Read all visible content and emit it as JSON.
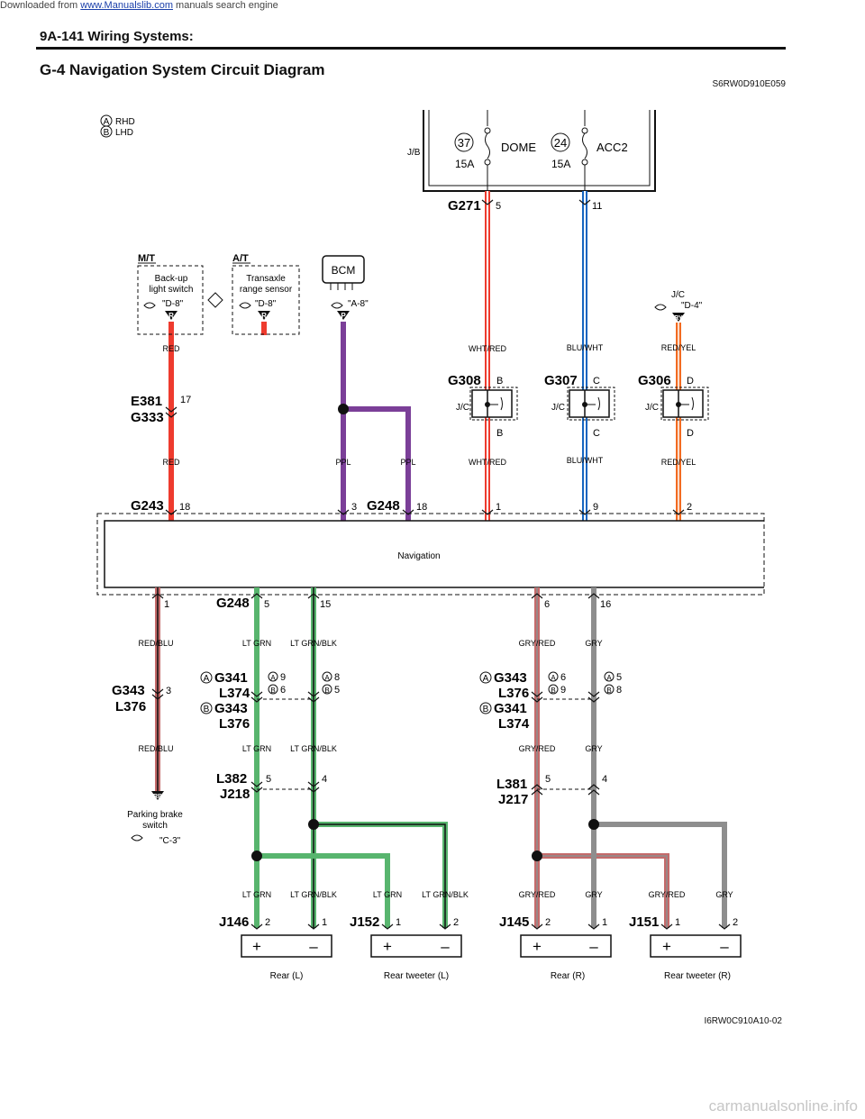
{
  "top_note": {
    "prefix": "Downloaded from ",
    "link": "www.Manualslib.com",
    "suffix": " manuals search engine"
  },
  "header": "9A-141   Wiring Systems:",
  "title": "G-4 Navigation System Circuit Diagram",
  "code": "S6RW0D910E059",
  "figure_code": "I6RW0C910A10-02",
  "watermark": "carmanualsonline.info",
  "legend": {
    "a": "A",
    "a_text": "RHD",
    "b": "B",
    "b_text": "LHD"
  },
  "jb": {
    "label": "J/B",
    "fuse1_no": "37",
    "fuse1_name": "DOME",
    "fuse1_amp": "15A",
    "fuse2_no": "24",
    "fuse2_name": "ACC2",
    "fuse2_amp": "15A"
  },
  "mt": "M/T",
  "at": "A/T",
  "backup": {
    "l1": "Back-up",
    "l2": "light switch",
    "ref": "\"D-8\""
  },
  "transaxle": {
    "l1": "Transaxle",
    "l2": "range sensor",
    "ref": "\"D-8\""
  },
  "bcm": {
    "label": "BCM",
    "ref": "\"A-8\""
  },
  "jc_top": {
    "label": "J/C",
    "ref": "\"D-4\""
  },
  "tags": {
    "r": "R",
    "p": "P",
    "ry": "RY",
    "rb": "RB"
  },
  "connectors": {
    "g271": "G271",
    "e381": "E381",
    "g333": "G333",
    "g308": "G308",
    "g307": "G307",
    "g306": "G306",
    "g243": "G243",
    "g248": "G248",
    "g248b": "G248",
    "g343": "G343",
    "l376": "L376",
    "g341": "G341",
    "l374": "L374",
    "g343b": "G343",
    "l376b": "L376",
    "g343c": "G343",
    "l376c": "L376",
    "g341c": "G341",
    "l374c": "L374",
    "l382": "L382",
    "j218": "J218",
    "l381": "L381",
    "j217": "J217",
    "j146": "J146",
    "j152": "J152",
    "j145": "J145",
    "j151": "J151"
  },
  "pins": {
    "p5": "5",
    "p11": "11",
    "p17": "17",
    "b": "B",
    "c": "C",
    "d": "D",
    "b2": "B",
    "c2": "C",
    "d2": "D",
    "p18": "18",
    "p3": "3",
    "p18b": "18",
    "p1": "1",
    "p9": "9",
    "p2": "2",
    "q1": "1",
    "q5": "5",
    "q15": "15",
    "q6": "6",
    "q16": "16",
    "q3": "3",
    "a9": "9",
    "b6": "6",
    "a8": "8",
    "b5": "5",
    "a6": "6",
    "b9": "9",
    "a5": "5",
    "b8": "8",
    "l5": "5",
    "l4": "4",
    "r5": "5",
    "r4": "4",
    "j2": "2",
    "j1": "1",
    "k1": "1",
    "k2": "2",
    "m2": "2",
    "m1": "1",
    "n1": "1",
    "n2": "2"
  },
  "jc": "J/C",
  "wires": {
    "red": "RED",
    "red2": "RED",
    "wht_red": "WHT/RED",
    "wht_red2": "WHT/RED",
    "blu_wht": "BLU/WHT",
    "blu_wht2": "BLU/WHT",
    "red_yel": "RED/YEL",
    "red_yel2": "RED/YEL",
    "ppl": "PPL",
    "ppl2": "PPL",
    "red_blu": "RED/BLU",
    "red_blu2": "RED/BLU",
    "lt_grn": "LT GRN",
    "lt_grn2": "LT GRN",
    "lt_grn3": "LT GRN",
    "lt_grn4": "LT GRN",
    "lt_grn_blk": "LT GRN/BLK",
    "lt_grn_blk2": "LT GRN/BLK",
    "lt_grn_blk3": "LT GRN/BLK",
    "lt_grn_blk4": "LT GRN/BLK",
    "gry_red": "GRY/RED",
    "gry_red2": "GRY/RED",
    "gry_red3": "GRY/RED",
    "gry_red4": "GRY/RED",
    "gry": "GRY",
    "gry2": "GRY",
    "gry3": "GRY",
    "gry4": "GRY"
  },
  "navigation": "Navigation",
  "parking": {
    "l1": "Parking brake",
    "l2": "switch",
    "ref": "\"C-3\""
  },
  "speakers": {
    "rear_l": "Rear (L)",
    "tweeter_l": "Rear tweeter (L)",
    "rear_r": "Rear (R)",
    "tweeter_r": "Rear tweeter (R)",
    "plus": "+",
    "minus": "–"
  },
  "colors": {
    "red": "#ee3b2e",
    "white": "#ffffff",
    "blue": "#1565c0",
    "orange": "#f26b21",
    "purple": "#7b3f98",
    "green": "#58b56e",
    "black": "#111111",
    "gray": "#8e8e8e",
    "pink": "#c46a6a"
  }
}
